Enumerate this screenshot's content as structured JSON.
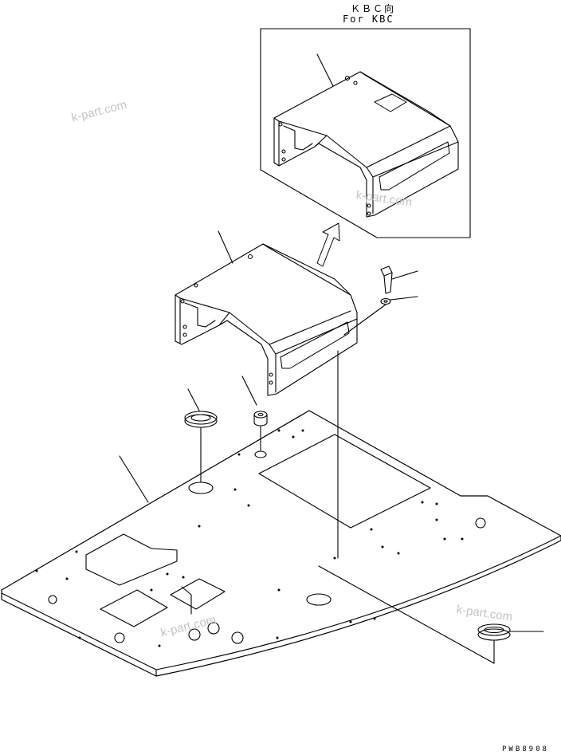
{
  "diagram": {
    "variant_label_jp": "ＫＢＣ向",
    "variant_label_en": "For KBC",
    "watermarks": [
      "k-part.com",
      "k-part.com",
      "k-part.com",
      "k-part.com"
    ],
    "drawing_code": "PWB8908"
  }
}
